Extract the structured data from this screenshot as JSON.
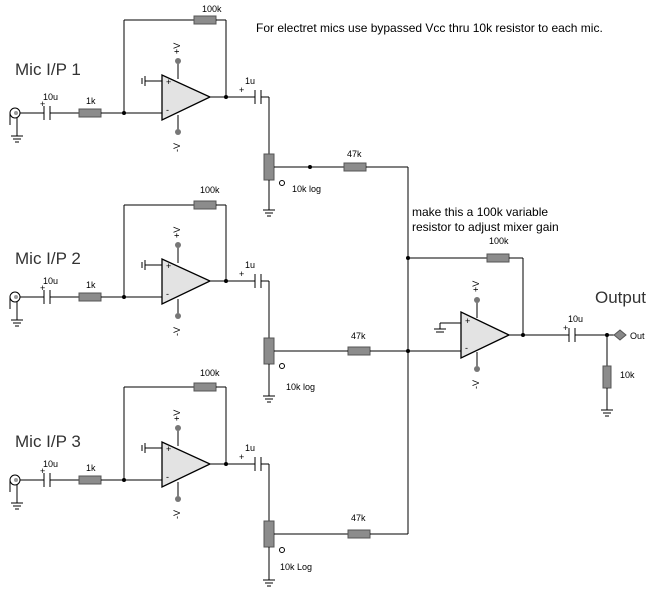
{
  "notes": {
    "electret": "For electret mics use bypassed Vcc thru 10k resistor to each mic.",
    "variable_line1": "make this a 100k variable",
    "variable_line2": "resistor to adjust mixer gain"
  },
  "channels": [
    {
      "title": "Mic  I/P 1",
      "input_cap": "10u",
      "input_res": "1k",
      "feedback_res": "100k",
      "output_cap": "1u",
      "pot": "10k log",
      "mix_res": "47k"
    },
    {
      "title": "Mic  I/P 2",
      "input_cap": "10u",
      "input_res": "1k",
      "feedback_res": "100k",
      "output_cap": "1u",
      "pot": "10k log",
      "mix_res": "47k"
    },
    {
      "title": "Mic  I/P 3",
      "input_cap": "10u",
      "input_res": "1k",
      "feedback_res": "100k",
      "output_cap": "1u",
      "pot": "10k Log",
      "mix_res": "47k"
    }
  ],
  "mixer": {
    "feedback_res": "100k",
    "output_cap": "10u",
    "load_res": "10k",
    "output_title": "Output",
    "out_label": "Out"
  },
  "symbols": {
    "plus": "+",
    "minus": "-",
    "vplus": "+V",
    "vminus": "-V"
  }
}
